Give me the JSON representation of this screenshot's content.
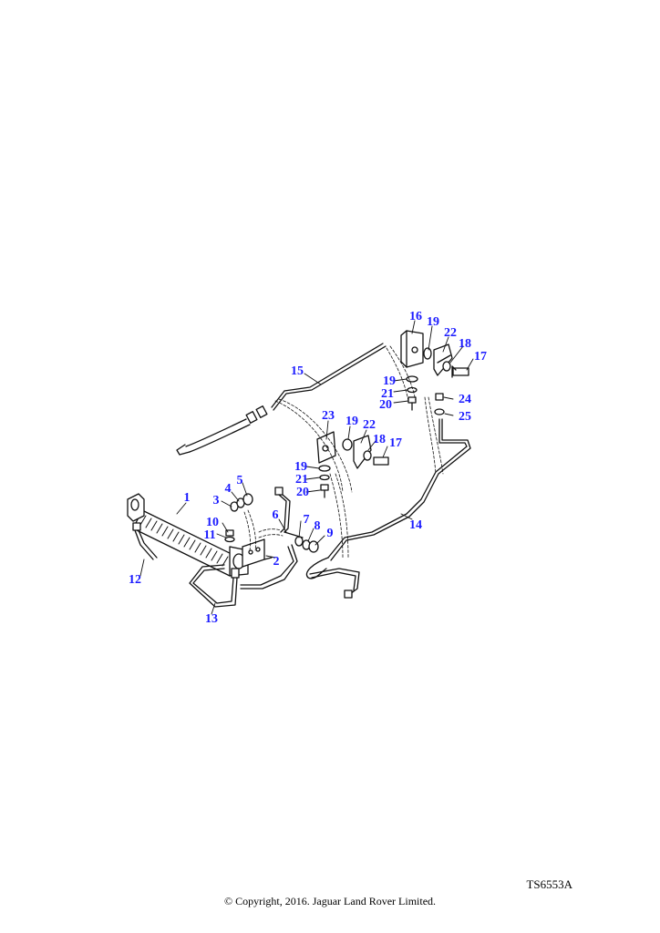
{
  "diagram": {
    "reference_code": "TS6553A",
    "copyright": "© Copyright, 2016. Jaguar Land Rover Limited.",
    "label_color": "#1a1aff",
    "line_color": "#111111",
    "callouts": [
      {
        "id": "1",
        "label": "1"
      },
      {
        "id": "2",
        "label": "2"
      },
      {
        "id": "3",
        "label": "3"
      },
      {
        "id": "4",
        "label": "4"
      },
      {
        "id": "5",
        "label": "5"
      },
      {
        "id": "6",
        "label": "6"
      },
      {
        "id": "7",
        "label": "7"
      },
      {
        "id": "8",
        "label": "8"
      },
      {
        "id": "9",
        "label": "9"
      },
      {
        "id": "10",
        "label": "10"
      },
      {
        "id": "11",
        "label": "11"
      },
      {
        "id": "12",
        "label": "12"
      },
      {
        "id": "13",
        "label": "13"
      },
      {
        "id": "14",
        "label": "14"
      },
      {
        "id": "15",
        "label": "15"
      },
      {
        "id": "16",
        "label": "16"
      },
      {
        "id": "19a",
        "label": "19"
      },
      {
        "id": "22a",
        "label": "22"
      },
      {
        "id": "18a",
        "label": "18"
      },
      {
        "id": "17a",
        "label": "17"
      },
      {
        "id": "19b",
        "label": "19"
      },
      {
        "id": "21a",
        "label": "21"
      },
      {
        "id": "20a",
        "label": "20"
      },
      {
        "id": "24",
        "label": "24"
      },
      {
        "id": "25",
        "label": "25"
      },
      {
        "id": "23",
        "label": "23"
      },
      {
        "id": "19c",
        "label": "19"
      },
      {
        "id": "22b",
        "label": "22"
      },
      {
        "id": "18b",
        "label": "18"
      },
      {
        "id": "17b",
        "label": "17"
      },
      {
        "id": "19d",
        "label": "19"
      },
      {
        "id": "21b",
        "label": "21"
      },
      {
        "id": "20b",
        "label": "20"
      }
    ]
  }
}
